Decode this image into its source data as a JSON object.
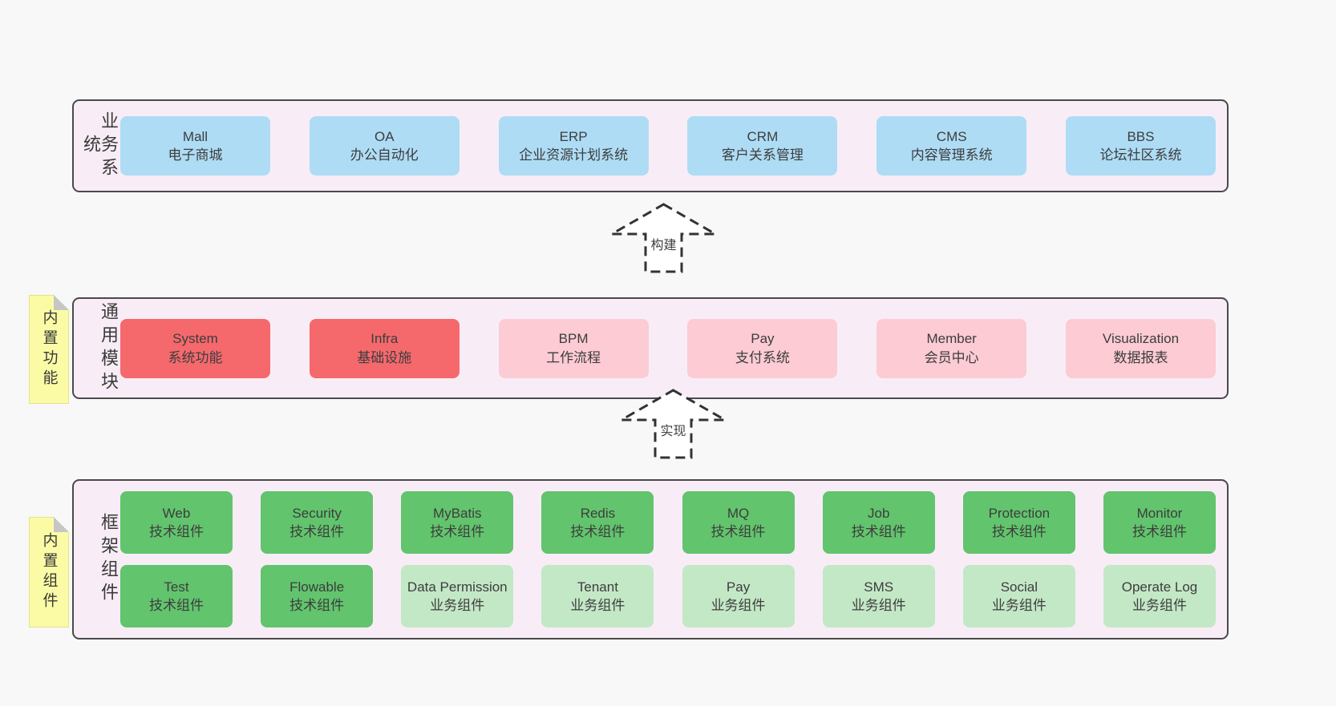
{
  "colors": {
    "page_bg": "#f8f8f8",
    "layer_bg": "#f8edf6",
    "layer_border": "#4a4a4a",
    "node_blue": "#aedcf5",
    "node_red": "#f5696d",
    "node_pink": "#fccbd3",
    "node_green": "#62c46d",
    "node_green_light": "#c3e8c6",
    "sticky_yellow": "#fbfba6",
    "arrow_stroke": "#333333"
  },
  "arrows": [
    {
      "label": "构建"
    },
    {
      "label": "实现"
    }
  ],
  "layers": [
    {
      "label": "业务系统",
      "sticky": null,
      "boxes": [
        {
          "name": "Mall",
          "sub": "电子商城",
          "variant": "blue"
        },
        {
          "name": "OA",
          "sub": "办公自动化",
          "variant": "blue"
        },
        {
          "name": "ERP",
          "sub": "企业资源计划系统",
          "variant": "blue"
        },
        {
          "name": "CRM",
          "sub": "客户关系管理",
          "variant": "blue"
        },
        {
          "name": "CMS",
          "sub": "内容管理系统",
          "variant": "blue"
        },
        {
          "name": "BBS",
          "sub": "论坛社区系统",
          "variant": "blue"
        }
      ]
    },
    {
      "label": "通用模块",
      "sticky": "内置功能",
      "boxes": [
        {
          "name": "System",
          "sub": "系统功能",
          "variant": "red"
        },
        {
          "name": "Infra",
          "sub": "基础设施",
          "variant": "red"
        },
        {
          "name": "BPM",
          "sub": "工作流程",
          "variant": "pink"
        },
        {
          "name": "Pay",
          "sub": "支付系统",
          "variant": "pink"
        },
        {
          "name": "Member",
          "sub": "会员中心",
          "variant": "pink"
        },
        {
          "name": "Visualization",
          "sub": "数据报表",
          "variant": "pink"
        }
      ]
    },
    {
      "label": "框架组件",
      "sticky": "内置组件",
      "rows": [
        [
          {
            "name": "Web",
            "sub": "技术组件",
            "variant": "green"
          },
          {
            "name": "Security",
            "sub": "技术组件",
            "variant": "green"
          },
          {
            "name": "MyBatis",
            "sub": "技术组件",
            "variant": "green"
          },
          {
            "name": "Redis",
            "sub": "技术组件",
            "variant": "green"
          },
          {
            "name": "MQ",
            "sub": "技术组件",
            "variant": "green"
          },
          {
            "name": "Job",
            "sub": "技术组件",
            "variant": "green"
          },
          {
            "name": "Protection",
            "sub": "技术组件",
            "variant": "green"
          },
          {
            "name": "Monitor",
            "sub": "技术组件",
            "variant": "green"
          }
        ],
        [
          {
            "name": "Test",
            "sub": "技术组件",
            "variant": "green"
          },
          {
            "name": "Flowable",
            "sub": "技术组件",
            "variant": "green"
          },
          {
            "name": "Data Permission",
            "sub": "业务组件",
            "variant": "green-light"
          },
          {
            "name": "Tenant",
            "sub": "业务组件",
            "variant": "green-light"
          },
          {
            "name": "Pay",
            "sub": "业务组件",
            "variant": "green-light"
          },
          {
            "name": "SMS",
            "sub": "业务组件",
            "variant": "green-light"
          },
          {
            "name": "Social",
            "sub": "业务组件",
            "variant": "green-light"
          },
          {
            "name": "Operate Log",
            "sub": "业务组件",
            "variant": "green-light"
          }
        ]
      ]
    }
  ]
}
